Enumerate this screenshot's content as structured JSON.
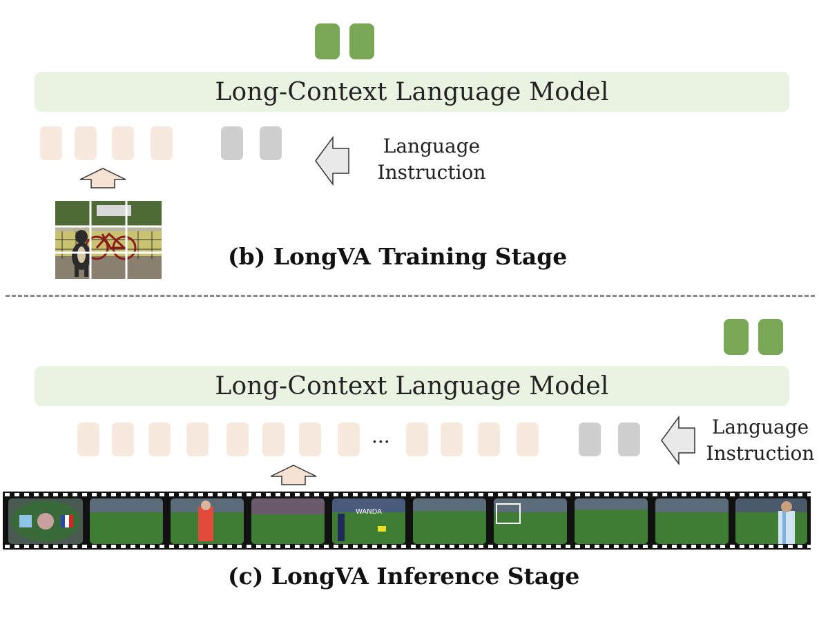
{
  "training": {
    "output_tokens": 2,
    "lm_label": "Long-Context Language Model",
    "visual_tokens": 4,
    "text_tokens": 2,
    "instruction_label": "Language\nInstruction",
    "stage_title": "(b) LongVA Training Stage",
    "image_grid": "3x3"
  },
  "inference": {
    "output_tokens": 2,
    "lm_label": "Long-Context Language Model",
    "visual_tokens_before_ellipsis": 8,
    "ellipsis": "...",
    "visual_tokens_after_ellipsis": 4,
    "text_tokens": 2,
    "instruction_label": "Language\nInstruction",
    "stage_title": "(c) LongVA Inference Stage",
    "film_frames": 10,
    "frame_overlay_text": "WANDA"
  },
  "colors": {
    "lm_bar": "#eaf3e2",
    "visual_token": "#f8e9df",
    "text_token": "#cfcfcf",
    "output_token": "#7aa755",
    "pitch": "#3f7d34",
    "divider": "#888888"
  },
  "icons": [
    "up-arrow-icon",
    "left-arrow-icon"
  ]
}
